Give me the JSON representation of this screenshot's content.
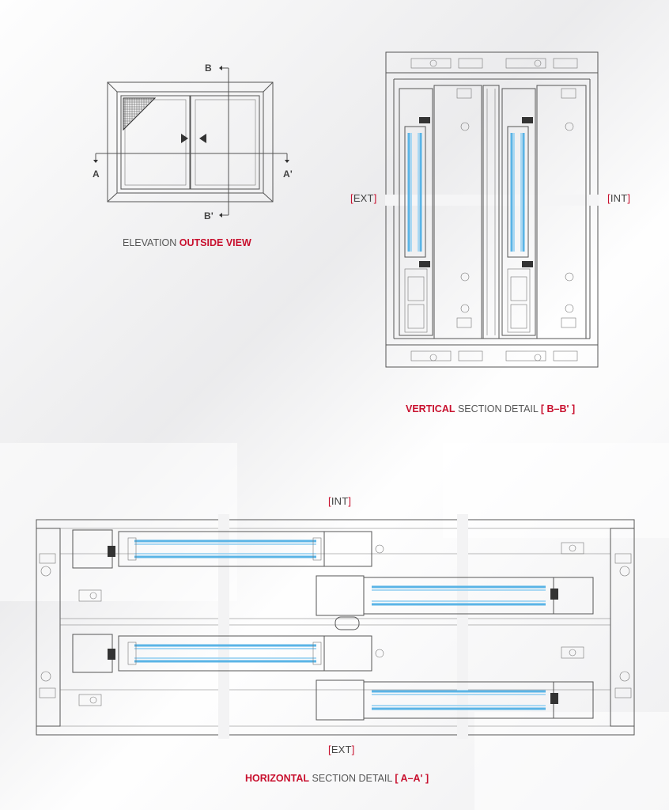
{
  "elevation": {
    "caption_prefix": "ELEVATION ",
    "caption_highlight": "OUTSIDE VIEW",
    "markers": {
      "b_top": "B",
      "b_bottom": "B'",
      "a_left": "A",
      "a_right": "A'"
    }
  },
  "vertical_section": {
    "ext_label": "EXT",
    "int_label": "INT",
    "caption_highlight": "VERTICAL",
    "caption_rest": " SECTION DETAIL ",
    "caption_ref": "[ B–B' ]"
  },
  "horizontal_section": {
    "int_label": "INT",
    "ext_label": "EXT",
    "caption_highlight": "HORIZONTAL",
    "caption_rest": " SECTION DETAIL ",
    "caption_ref": "[ A–A' ]"
  },
  "colors": {
    "accent": "#c8102e",
    "glass": "#5ab4e6",
    "line": "#555555"
  }
}
